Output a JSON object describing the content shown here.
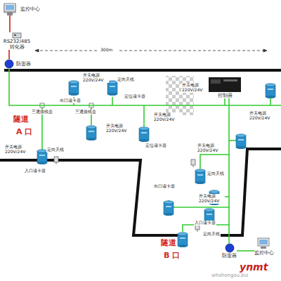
{
  "diagram": {
    "nodes": [
      {
        "text": [
          "监控中心"
        ]
      },
      {
        "text": [
          "RS232/485 转化器"
        ]
      },
      {
        "text": [
          "防雷器"
        ]
      },
      {
        "text": [
          "控制器"
        ]
      },
      {
        "text": [
          "监控中心"
        ]
      },
      {
        "text": [
          "防雷器"
        ]
      }
    ],
    "edges": [
      {
        "from": 0,
        "to": 1,
        "arrow": "none"
      },
      {
        "from": 1,
        "to": 2,
        "arrow": "none"
      },
      {
        "from": 2,
        "to": 3,
        "arrow": "none"
      },
      {
        "from": 3,
        "to": 5,
        "arrow": "none"
      },
      {
        "from": 5,
        "to": 4,
        "arrow": "none"
      }
    ],
    "labels": [
      "300m",
      "开关电源 220V/24V",
      "定向天线",
      "出口读卡器",
      "三通接线盒",
      "三通接线盒",
      "定位读卡器",
      "开关电源 220V/24V",
      "开关电源 220V/24V",
      "定位读卡器",
      "隧道",
      "A 口",
      "开关电源 220V/24V",
      "定向天线",
      "入口读卡器",
      "开关电源 220V/24V",
      "开关电源 220V/24V",
      "开关电源 220V/24V",
      "出口读卡器",
      "定向天线",
      "开关电源 220V/24V",
      "入口读卡器",
      "定向天线",
      "隧道",
      "B 口",
      "ynmt",
      "whshongou.biz"
    ]
  }
}
